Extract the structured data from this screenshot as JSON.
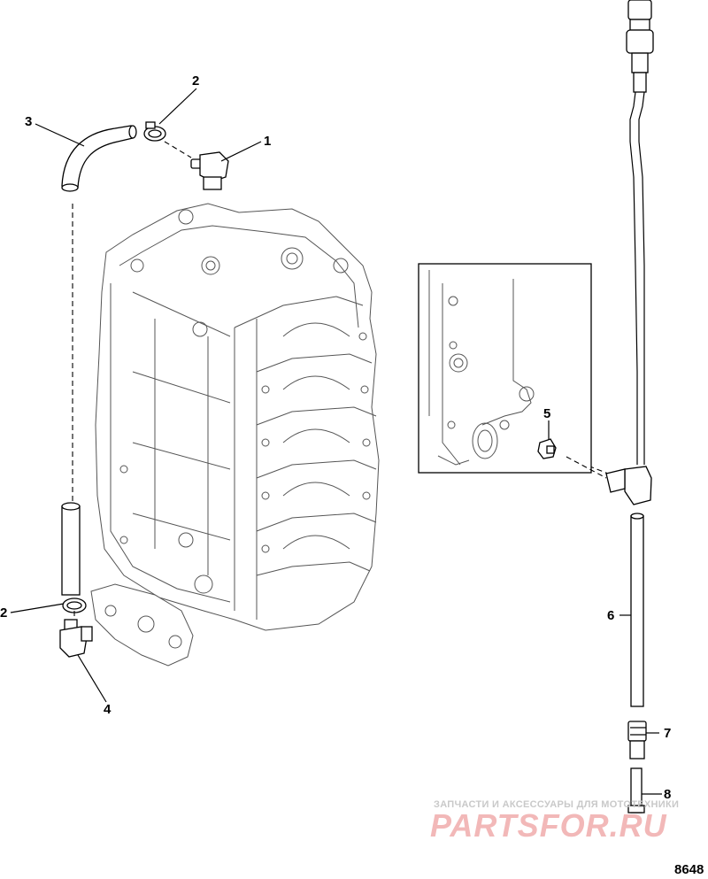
{
  "callouts": {
    "c1": "1",
    "c2a": "2",
    "c2b": "2",
    "c3": "3",
    "c4": "4",
    "c5": "5",
    "c6": "6",
    "c7": "7",
    "c8": "8"
  },
  "figure_number": "8648",
  "watermark": {
    "tagline": "ЗАПЧАСТИ И АКСЕССУАРЫ ДЛЯ МОТОТЕХНИКИ",
    "logo": "PARTSFOR.RU"
  },
  "colors": {
    "lines": "#000000",
    "background": "#ffffff",
    "watermark_logo": "#f2b8b8",
    "watermark_text": "#c9c9c9"
  }
}
